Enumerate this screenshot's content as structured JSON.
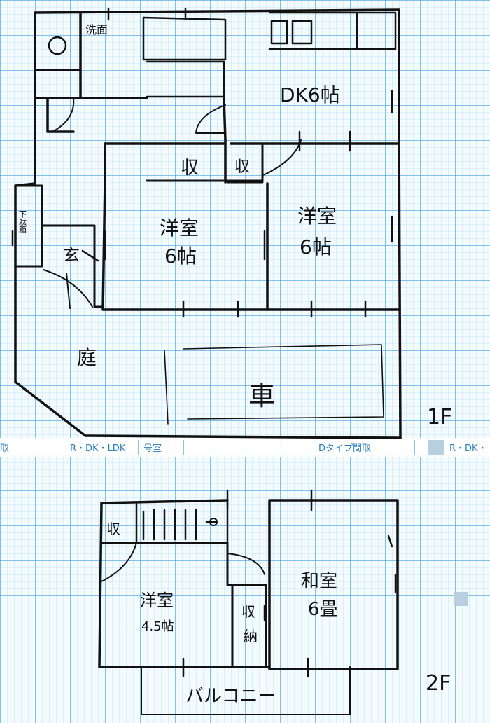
{
  "strip": {
    "left_cut": "取",
    "type_label": "R・DK・LDK",
    "room_no": "号室",
    "plan_type": "Dタイプ間取",
    "right_label": "R・DK・"
  },
  "floor1": {
    "level_label": "1F",
    "rooms": {
      "dk": "DK6帖",
      "storage_a": "収",
      "storage_b": "収",
      "western_room_left": "洋室\n6帖",
      "western_room_right": "洋室\n6帖",
      "entrance": "玄",
      "shoe_box": "下駄箱",
      "yard": "庭",
      "car": "車",
      "washroom": "洗面"
    }
  },
  "floor2": {
    "level_label": "2F",
    "rooms": {
      "storage_stair": "収",
      "western_room": "洋室\n4.5帖",
      "japanese_room": "和室\n6畳",
      "closet": "収\n納",
      "balcony": "バルコニー"
    }
  },
  "colors": {
    "grid_minor": "#9fd4f0",
    "grid_major": "#3da2dc",
    "ink": "#111111",
    "strip_bg": "#ffffff",
    "strip_text": "#2a7fc0"
  }
}
